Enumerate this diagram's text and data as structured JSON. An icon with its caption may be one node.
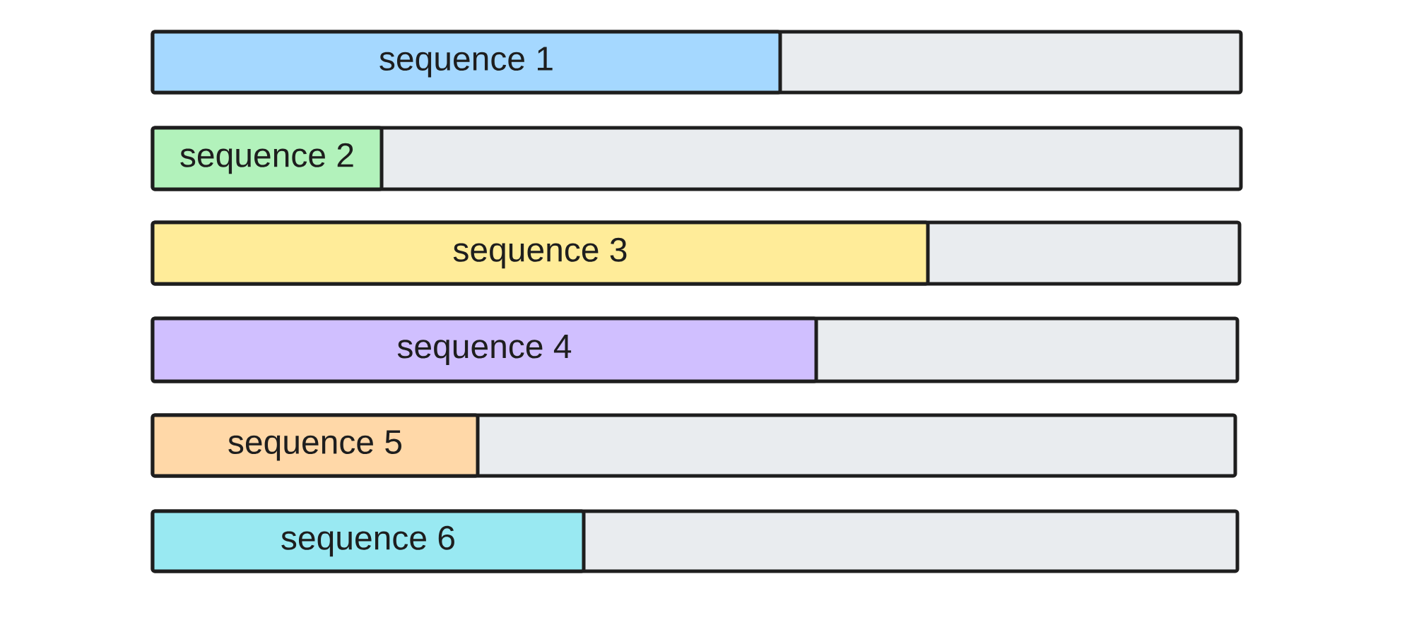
{
  "diagram": {
    "nodes": [
      {
        "text": [],
        "shape": "bar"
      },
      {
        "text": [
          "sequence 1"
        ],
        "in": 0
      },
      {
        "text": [],
        "shape": "bar"
      },
      {
        "text": [
          "sequence 2"
        ],
        "in": 2
      },
      {
        "text": [],
        "shape": "bar"
      },
      {
        "text": [
          "sequence 3"
        ],
        "in": 4
      },
      {
        "text": [],
        "shape": "bar"
      },
      {
        "text": [
          "sequence 4"
        ],
        "in": 6
      },
      {
        "text": [],
        "shape": "bar"
      },
      {
        "text": [
          "sequence 5"
        ],
        "in": 8
      },
      {
        "text": [],
        "shape": "bar"
      },
      {
        "text": [
          "sequence 6"
        ],
        "in": 10
      }
    ]
  }
}
